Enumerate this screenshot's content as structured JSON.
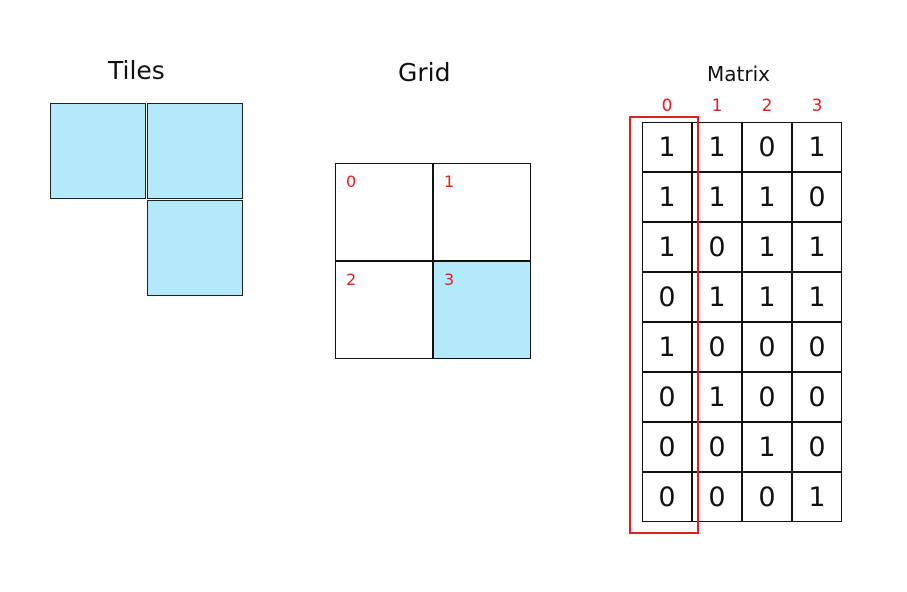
{
  "colors": {
    "tile_fill": "#b3e9fb",
    "index_color": "#e0201e",
    "highlight_color": "#e02020"
  },
  "tiles": {
    "title": "Tiles",
    "count": 3
  },
  "grid": {
    "title": "Grid",
    "cells": [
      {
        "index": "0",
        "filled": false
      },
      {
        "index": "1",
        "filled": false
      },
      {
        "index": "2",
        "filled": false
      },
      {
        "index": "3",
        "filled": true
      }
    ]
  },
  "matrix": {
    "title": "Matrix",
    "column_headers": [
      "0",
      "1",
      "2",
      "3"
    ],
    "highlighted_column": 0,
    "rows": [
      [
        "1",
        "1",
        "0",
        "1"
      ],
      [
        "1",
        "1",
        "1",
        "0"
      ],
      [
        "1",
        "0",
        "1",
        "1"
      ],
      [
        "0",
        "1",
        "1",
        "1"
      ],
      [
        "1",
        "0",
        "0",
        "0"
      ],
      [
        "0",
        "1",
        "0",
        "0"
      ],
      [
        "0",
        "0",
        "1",
        "0"
      ],
      [
        "0",
        "0",
        "0",
        "1"
      ]
    ]
  }
}
